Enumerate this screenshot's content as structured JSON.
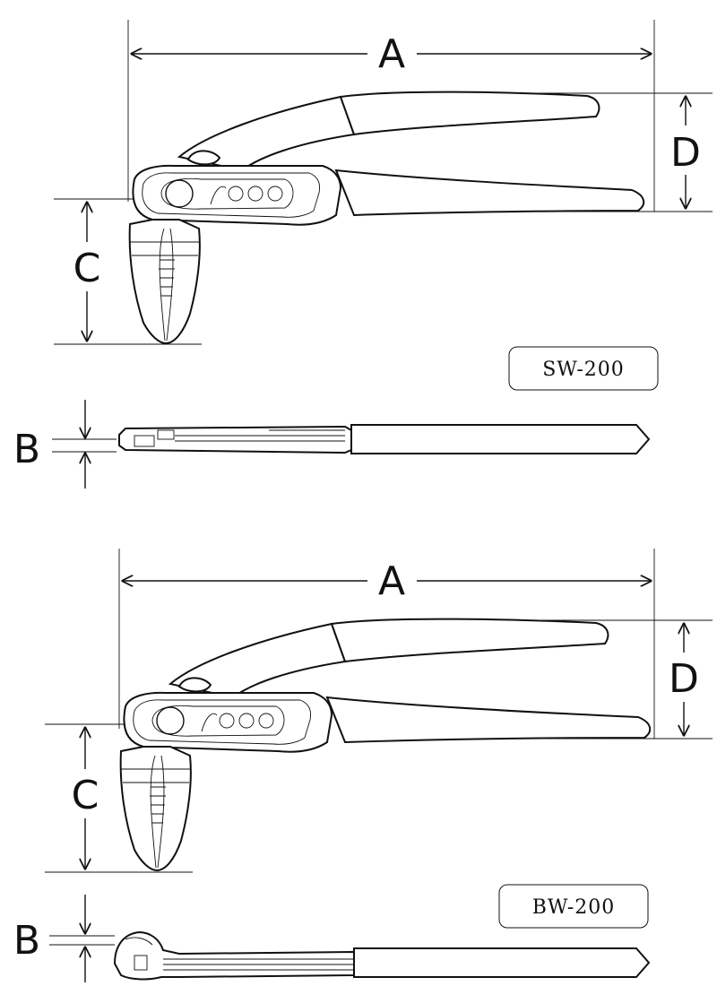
{
  "diagrams": [
    {
      "model": "SW-200",
      "dimensions": {
        "a": "A",
        "b": "B",
        "c": "C",
        "d": "D"
      }
    },
    {
      "model": "BW-200",
      "dimensions": {
        "a": "A",
        "b": "B",
        "c": "C",
        "d": "D"
      }
    }
  ],
  "colors": {
    "line": "#111111",
    "background": "#ffffff"
  }
}
